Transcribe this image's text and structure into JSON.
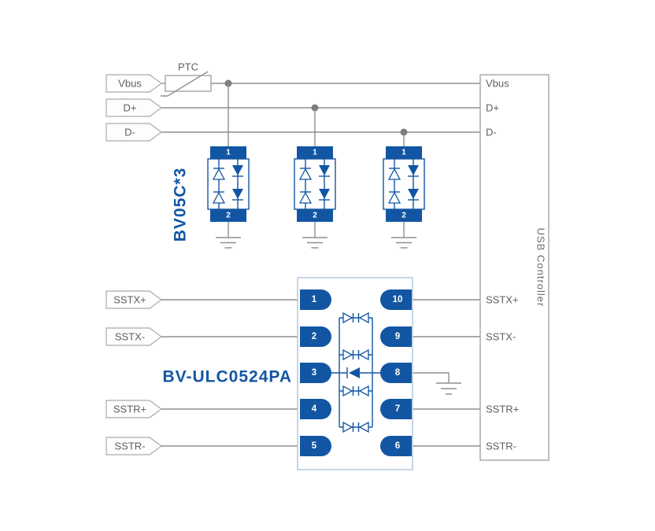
{
  "colors": {
    "blue": "#1256a3",
    "chip_outline_blue": "#a6bedb",
    "wire_gray": "#8f8f8f",
    "junction_dot_gray": "#7b7b7b",
    "tag_border_gray": "#ababab",
    "label_gray": "#5f5f5f"
  },
  "ptc": {
    "label": "PTC"
  },
  "tvs": {
    "label": "BV05C*3",
    "pin_top": "1",
    "pin_bottom": "2",
    "count": 3
  },
  "chip": {
    "label": "BV-ULC0524PA",
    "pins_left": [
      "1",
      "2",
      "3",
      "4",
      "5"
    ],
    "pins_right": [
      "10",
      "9",
      "8",
      "7",
      "6"
    ]
  },
  "left_tags": [
    {
      "label": "Vbus"
    },
    {
      "label": "D+"
    },
    {
      "label": "D-"
    },
    {
      "label": "SSTX+"
    },
    {
      "label": "SSTX-"
    },
    {
      "label": "SSTR+"
    },
    {
      "label": "SSTR-"
    }
  ],
  "usb_controller": {
    "label": "USB Controller",
    "ports": [
      "Vbus",
      "D+",
      "D-",
      "SSTX+",
      "SSTX-",
      "SSTR+",
      "SSTR-"
    ]
  }
}
